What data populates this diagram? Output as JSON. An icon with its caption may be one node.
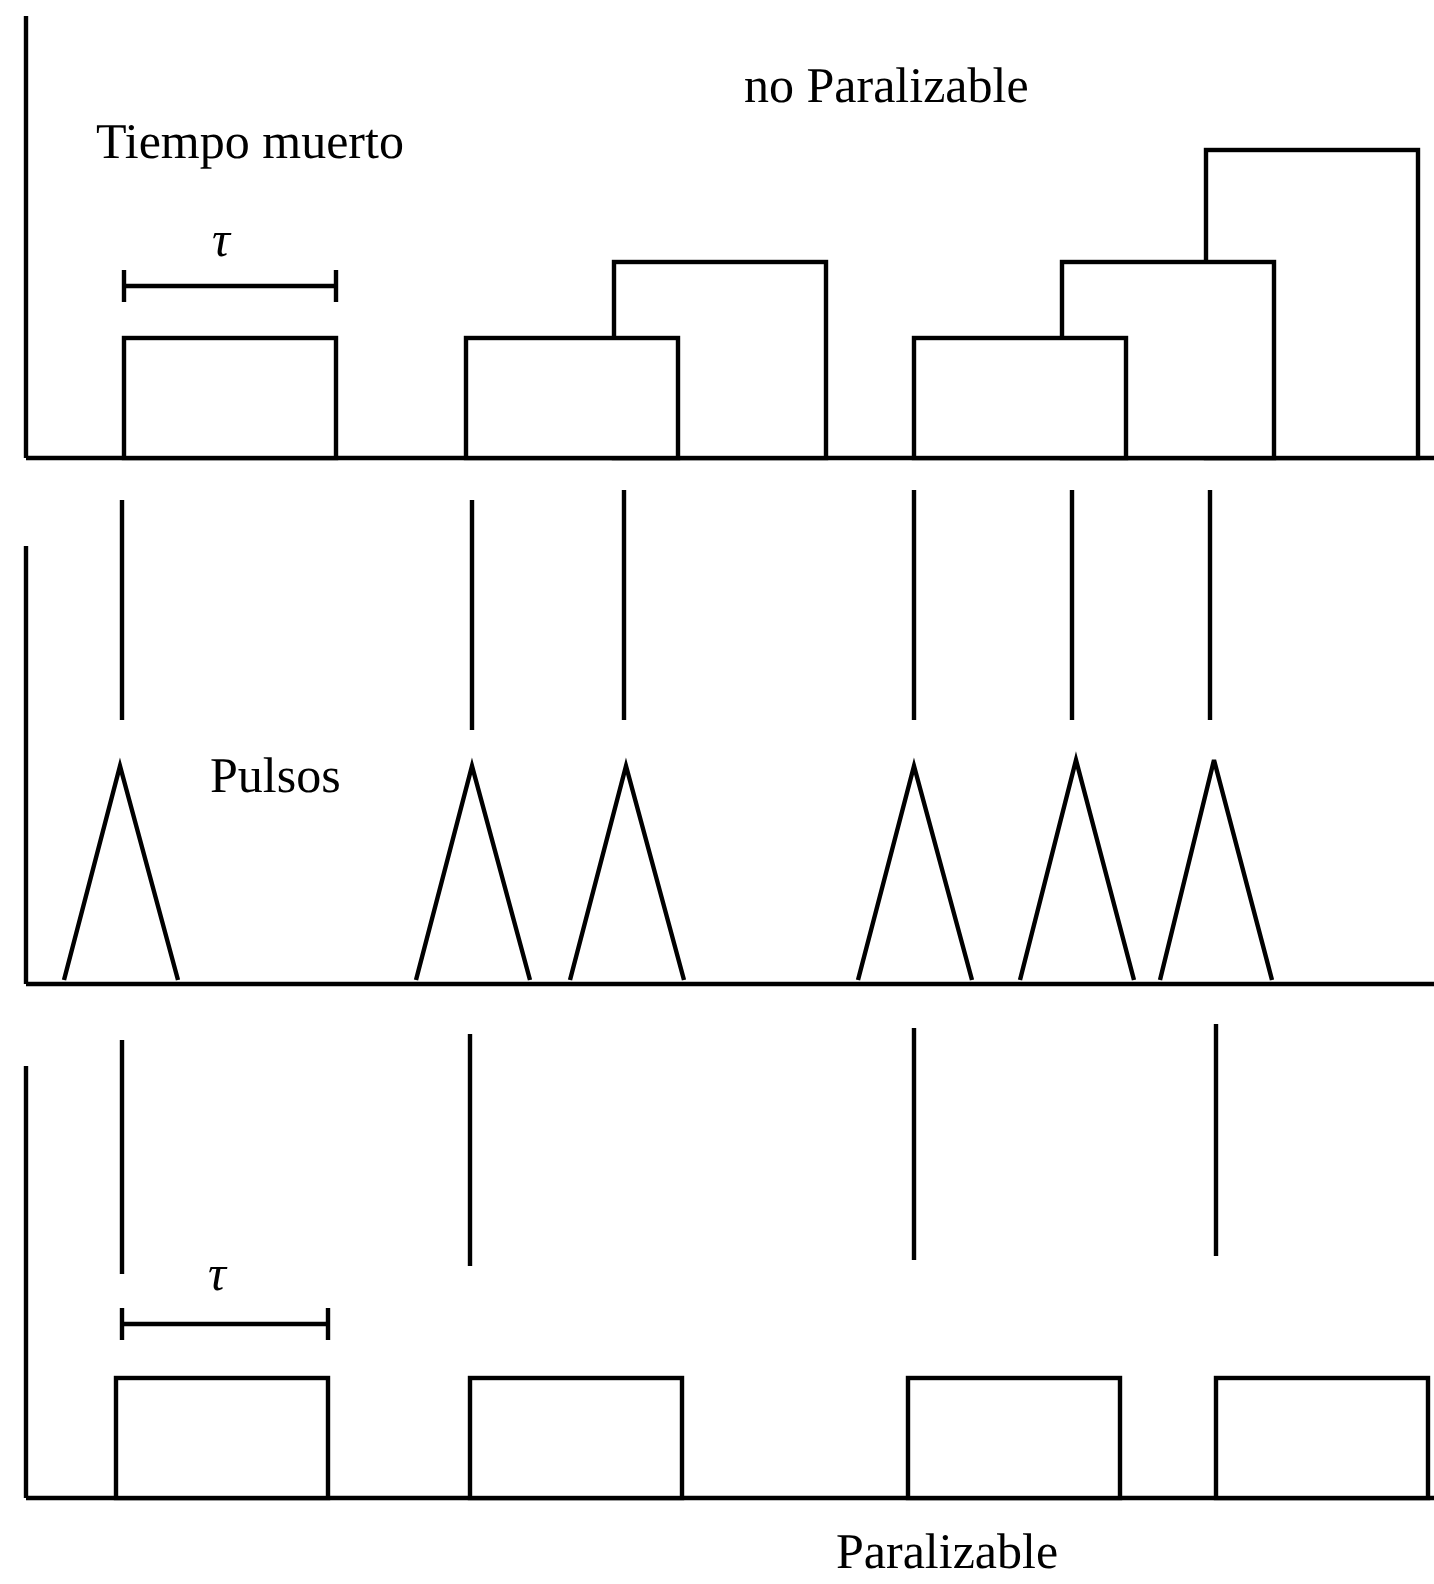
{
  "diagram": {
    "labels": [
      "no Paralizable",
      "Tiempo muerto",
      "τ",
      "Pulsos",
      "τ",
      "Paralizable"
    ]
  }
}
